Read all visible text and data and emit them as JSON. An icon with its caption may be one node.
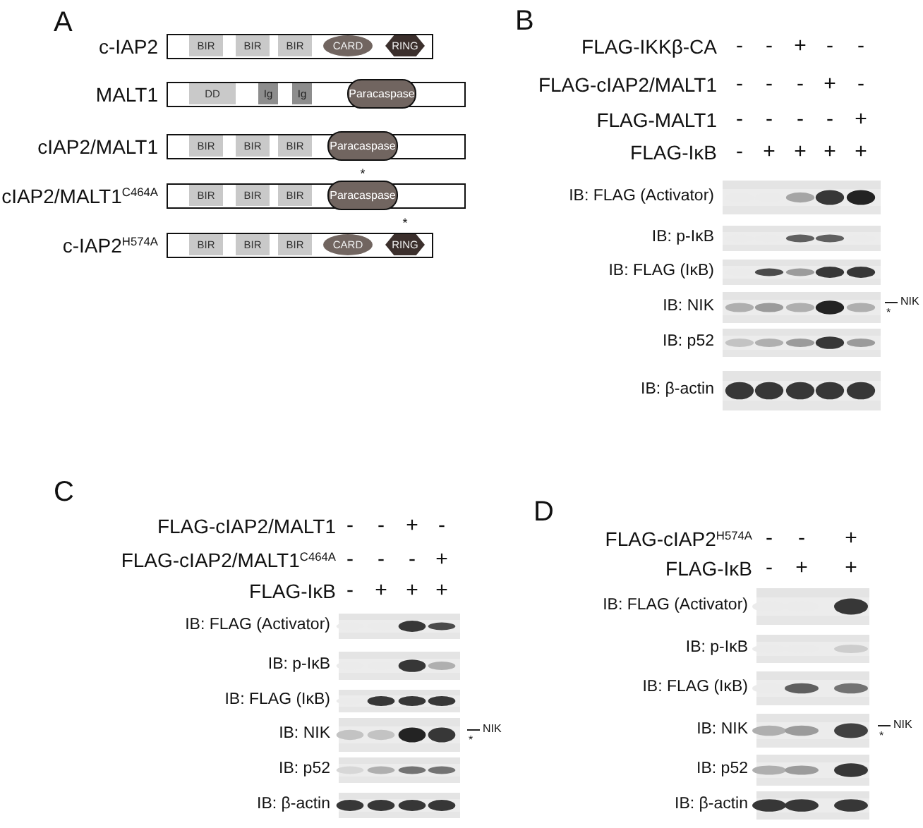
{
  "diagram": {
    "nodes": [
      {
        "text": [
          "c-IAP2"
        ]
      },
      {
        "text": [
          "BIR"
        ],
        "in": 0
      },
      {
        "text": [
          "BIR"
        ],
        "in": 0
      },
      {
        "text": [
          "BIR"
        ],
        "in": 0
      },
      {
        "text": [
          "CARD"
        ],
        "in": 0
      },
      {
        "text": [
          "RING"
        ],
        "in": 0
      },
      {
        "text": [
          "MALT1"
        ]
      },
      {
        "text": [
          "DD"
        ],
        "in": 6
      },
      {
        "text": [
          "Ig"
        ],
        "in": 6
      },
      {
        "text": [
          "Ig"
        ],
        "in": 6
      },
      {
        "text": [
          "Paracaspase"
        ],
        "in": 6
      },
      {
        "text": [
          "cIAP2/MALT1"
        ]
      },
      {
        "text": [
          "BIR"
        ],
        "in": 11
      },
      {
        "text": [
          "BIR"
        ],
        "in": 11
      },
      {
        "text": [
          "BIR"
        ],
        "in": 11
      },
      {
        "text": [
          "Paracaspase"
        ],
        "in": 11
      },
      {
        "text": [
          "cIAP2/MALT1$^{C464A}$"
        ]
      },
      {
        "text": [
          "BIR"
        ],
        "in": 16
      },
      {
        "text": [
          "BIR"
        ],
        "in": 16
      },
      {
        "text": [
          "BIR"
        ],
        "in": 16
      },
      {
        "text": [
          "Paracaspase"
        ],
        "in": 16,
        "beside": [
          "*"
        ]
      },
      {
        "text": [
          "c-IAP2$^{H574A}$"
        ]
      },
      {
        "text": [
          "BIR"
        ],
        "in": 21
      },
      {
        "text": [
          "BIR"
        ],
        "in": 21
      },
      {
        "text": [
          "BIR"
        ],
        "in": 21
      },
      {
        "text": [
          "CARD"
        ],
        "in": 21
      },
      {
        "text": [
          "RING"
        ],
        "in": 21,
        "beside": [
          "*"
        ]
      }
    ],
    "labels": [
      "A",
      "B",
      "FLAG-IKKβ-CA",
      "-",
      "-",
      "+",
      "-",
      "-",
      "FLAG-cIAP2/MALT1",
      "-",
      "-",
      "-",
      "+",
      "-",
      "FLAG-MALT1",
      "-",
      "-",
      "-",
      "-",
      "+",
      "FLAG-IκB",
      "-",
      "+",
      "+",
      "+",
      "+",
      "IB: FLAG (Activator)",
      "IB: p-IκB",
      "IB: FLAG (IκB)",
      "IB: NIK",
      "NIK",
      "*",
      "IB: p52",
      "IB: β-actin",
      "C",
      "FLAG-cIAP2/MALT1",
      "-",
      "-",
      "+",
      "-",
      "FLAG-cIAP2/MALT1$^{C464A}$",
      "-",
      "-",
      "-",
      "+",
      "FLAG-IκB",
      "-",
      "+",
      "+",
      "+",
      "IB: FLAG (Activator)",
      "IB: p-IκB",
      "IB: FLAG (IκB)",
      "IB: NIK",
      "NIK",
      "*",
      "IB: p52",
      "IB: β-actin",
      "D",
      "FLAG-cIAP2$^{H574A}$",
      "-",
      "-",
      "+",
      "FLAG-IκB",
      "-",
      "+",
      "+",
      "IB: FLAG (Activator)",
      "IB: p-IκB",
      "IB: FLAG (IκB)",
      "IB: NIK",
      "NIK",
      "*",
      "IB: p52",
      "IB: β-actin"
    ]
  }
}
